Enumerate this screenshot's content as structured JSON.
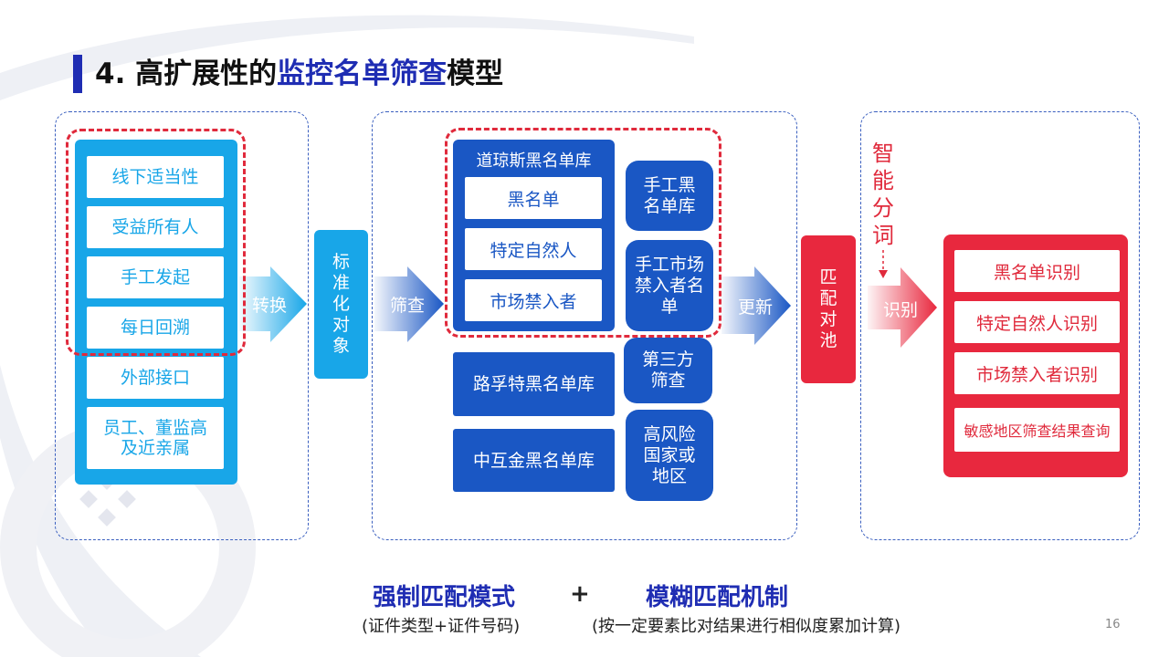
{
  "title": {
    "prefix": "4. 高扩展性的",
    "highlight": "监控名单筛查",
    "suffix": "模型"
  },
  "left_panel": {
    "items": [
      "线下适当性",
      "受益所有人",
      "手工发起",
      "每日回溯",
      "外部接口",
      "员工、董监高及近亲属"
    ]
  },
  "arrow_convert": "转换",
  "standardize": "标准化对象",
  "arrow_screen": "筛查",
  "middle_panel": {
    "dowjones": {
      "title": "道琼斯黑名单库",
      "items": [
        "黑名单",
        "特定自然人",
        "市场禁入者"
      ]
    },
    "manual_blacklist": "手工黑名单库",
    "manual_market_ban": "手工市场禁入者名单",
    "reuters": "路孚特黑名单库",
    "third_party": "第三方筛查",
    "zhonghujin": "中互金黑名单库",
    "high_risk": "高风险国家或地区"
  },
  "arrow_update": "更新",
  "match_pool": "匹配对池",
  "smart_segment": "智能分词",
  "arrow_identify": "识别",
  "right_panel": {
    "items": [
      "黑名单识别",
      "特定自然人识别",
      "市场禁入者识别",
      "敏感地区筛查结果查询"
    ]
  },
  "bottom": {
    "strong_match": "强制匹配模式",
    "strong_match_sub": "(证件类型+证件号码)",
    "plus": "+",
    "fuzzy_match": "模糊匹配机制",
    "fuzzy_match_sub": "(按一定要素比对结果进行相似度累加计算)"
  },
  "page_number": "16",
  "colors": {
    "navy": "#1f2db3",
    "cyan": "#18a6e8",
    "blue": "#1a57c4",
    "red": "#e8283e"
  }
}
